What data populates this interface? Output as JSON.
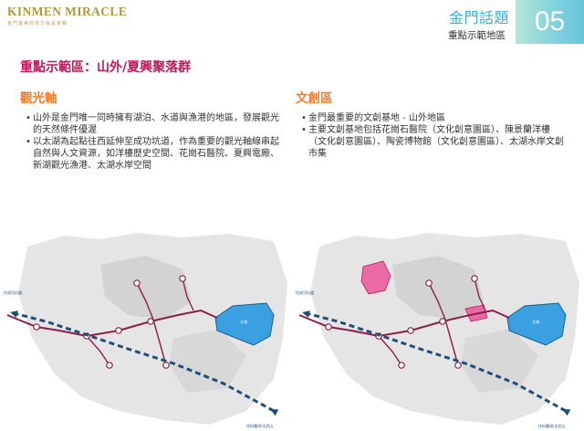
{
  "logo": {
    "text": "KINMEN  MIRACLE",
    "subtitle": "金門最美的地方就是家鄉"
  },
  "header": {
    "title": "金門話題",
    "subtitle": "重點示範地區",
    "number": "05"
  },
  "main_title": "重點示範區：山外/夏興聚落群",
  "columns": [
    {
      "heading": "觀光軸",
      "bullets": [
        "山外是金門唯一同時擁有湖泊、水道與漁港的地區，發展觀光的天然條件優渥",
        "以太湖為起點往西延伸至成功坑道，作為重要的觀光軸線串起自然與人文資源，如洋樓歷史空間、花崗石醫院、夏興電廠、新湖觀光漁港、太湖水岸空間"
      ]
    },
    {
      "heading": "文創區",
      "bullets": [
        "金門最重要的文創基地 - 山外地區",
        "主要文創基地包括花崗石醫院（文化創意園區）、陳景蘭洋樓（文化創意園區）、陶瓷博物館（文化創意園區）、太湖水岸文創市集"
      ]
    }
  ],
  "maps": {
    "label_lake": "太湖",
    "label_west": "往成功坑道",
    "label_east": "往料羅灣/太武山",
    "colors": {
      "route": "#8b1f4b",
      "axis": "#1f4e79",
      "lake": "#3aa0e0",
      "creative": "#e96aa5"
    }
  }
}
